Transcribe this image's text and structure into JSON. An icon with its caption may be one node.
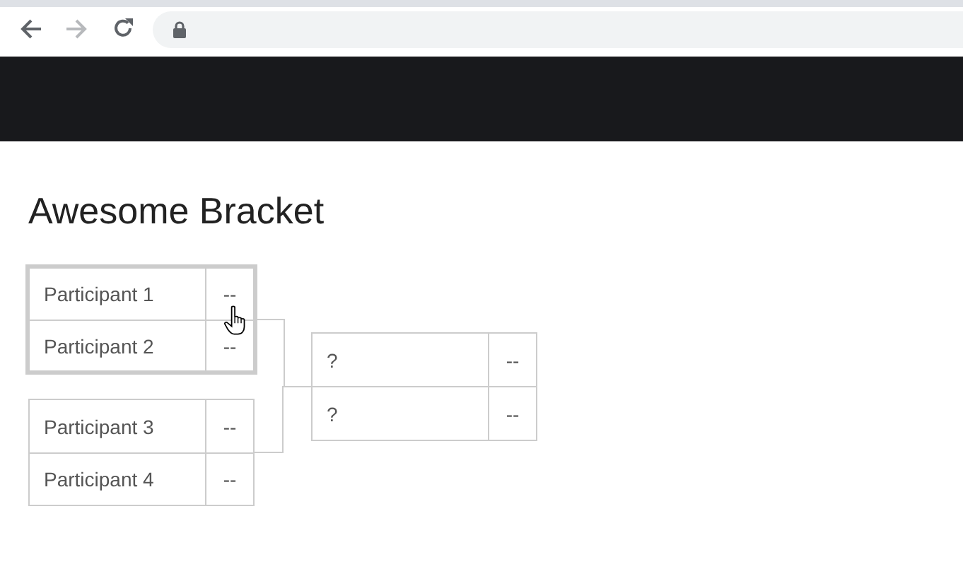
{
  "diagram": {
    "title": "Awesome Bracket",
    "nodes": [
      {
        "text": [],
        "shape": "box"
      },
      {
        "text": [
          "Participant 1",
          "--"
        ],
        "in": 0
      },
      {
        "text": [
          "Participant 2",
          "--"
        ],
        "in": 0
      },
      {
        "text": [],
        "shape": "box"
      },
      {
        "text": [
          "Participant 3",
          "--"
        ],
        "in": 3
      },
      {
        "text": [
          "Participant 4",
          "--"
        ],
        "in": 3
      },
      {
        "text": [],
        "shape": "box"
      },
      {
        "text": [
          "?",
          "--"
        ],
        "in": 6
      },
      {
        "text": [
          "?",
          "--"
        ],
        "in": 6
      }
    ],
    "edges": [
      {
        "from": 0,
        "to": 6,
        "arrow": "none"
      },
      {
        "from": 3,
        "to": 6,
        "arrow": "none"
      }
    ]
  }
}
